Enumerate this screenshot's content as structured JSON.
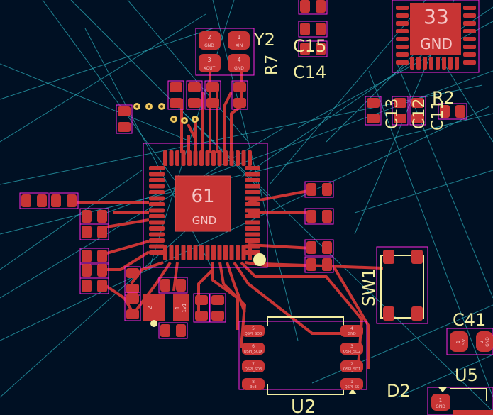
{
  "colors": {
    "background": "#001023",
    "copper": "#c83434",
    "silkscreen": "#f2eda1",
    "courtyard": "#ff26e2",
    "ratsnest": "#2aa7b5"
  },
  "footprints": {
    "y2": {
      "ref": "Y2",
      "pads": [
        {
          "num": "2",
          "net": "GND"
        },
        {
          "num": "1",
          "net": "XIN"
        },
        {
          "num": "3",
          "net": "XOUT"
        },
        {
          "num": "4",
          "net": "GND"
        }
      ]
    },
    "r7": {
      "ref": "R7"
    },
    "c15": {
      "ref": "C15"
    },
    "c14": {
      "ref": "C14"
    },
    "u_top": {
      "pad_num": "33",
      "pad_net": "GND"
    },
    "c13": {
      "ref": "C13"
    },
    "c12": {
      "ref": "C12"
    },
    "c11": {
      "ref": "C11"
    },
    "r2": {
      "ref": "R2"
    },
    "mcu": {
      "pad_num": "61",
      "pad_net": "GND"
    },
    "sw1": {
      "ref": "SW1"
    },
    "c41": {
      "ref": "C41",
      "pads": [
        {
          "num": "1",
          "net": "5V"
        },
        {
          "num": "2",
          "net": "GND"
        }
      ]
    },
    "u5": {
      "ref": "U5",
      "pads": [
        {
          "num": "1",
          "net": "GND"
        }
      ]
    },
    "u2": {
      "ref": "U2",
      "pads": [
        {
          "num": "5",
          "net": "QSPI_SD0"
        },
        {
          "num": "6",
          "net": "QSPI_SCLK"
        },
        {
          "num": "7",
          "net": "QSPI_SD3"
        },
        {
          "num": "8",
          "net": "3v3"
        },
        {
          "num": "4",
          "net": "GND"
        },
        {
          "num": "3",
          "net": "QSPI_SD2"
        },
        {
          "num": "2",
          "net": "QSPI_SD1"
        },
        {
          "num": "1",
          "net": "QSPI_SS"
        }
      ]
    },
    "d2": {
      "ref": "D2"
    },
    "reg": {
      "pads": [
        {
          "num": "2",
          "net": ""
        },
        {
          "num": "1",
          "net": "1v1"
        }
      ]
    }
  }
}
